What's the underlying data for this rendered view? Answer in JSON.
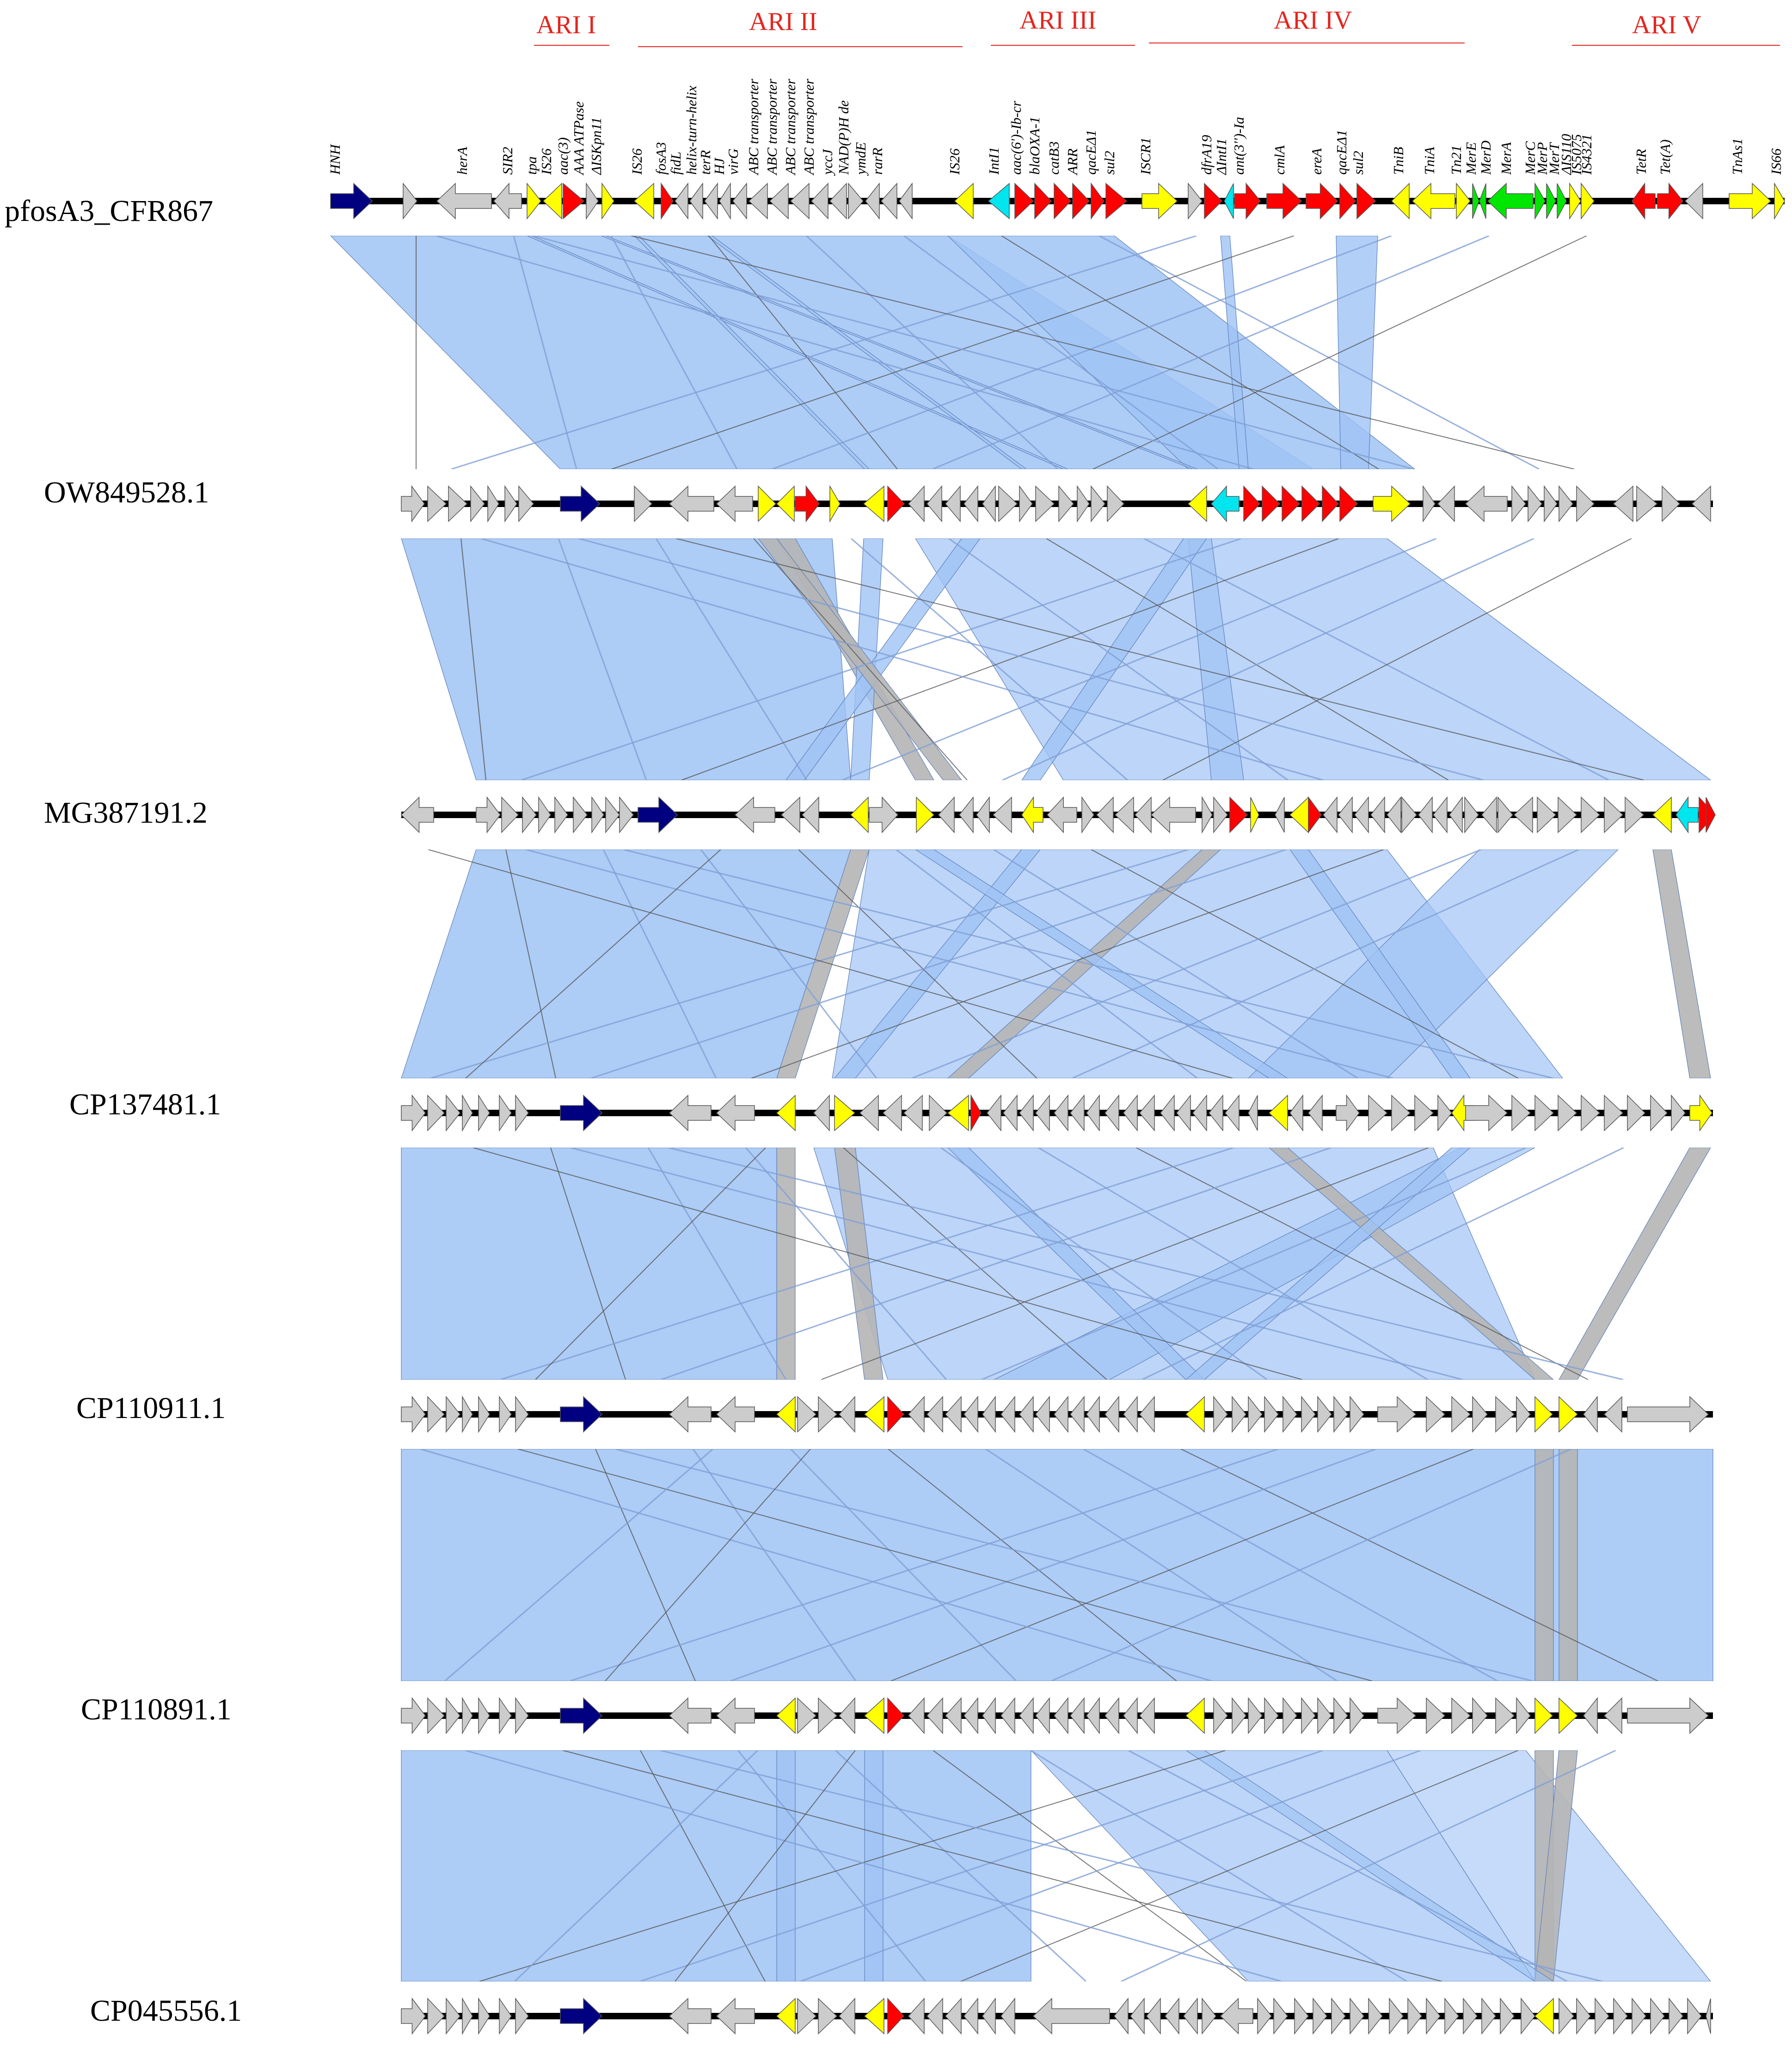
{
  "figure": {
    "regions": [
      {
        "label": "ARI I"
      },
      {
        "label": "ARI II"
      },
      {
        "label": "ARI III"
      },
      {
        "label": "ARI IV"
      },
      {
        "label": "ARI V"
      }
    ],
    "gene_labels": [
      "HNH",
      "herA",
      "SIR2",
      "tpa",
      "IS26",
      "aac(3)",
      "AAA ATPase",
      "ΔISKpn11",
      "IS26",
      "fosA3",
      "fidL",
      "helix-turn-helix",
      "terR",
      "HJ",
      "virG",
      "ABC transporter",
      "ABC transporter",
      "ABC transporter",
      "ABC transporter",
      "yccJ",
      "NAD(P)H de",
      "ymdE",
      "rarR",
      "IS26",
      "IntI1",
      "aac(6')-Ib-cr",
      "blaOXA-1",
      "catB3",
      "ARR",
      "qacEΔ1",
      "sul2",
      "ISCR1",
      "dfrA19",
      "ΔIntI1",
      "ant(3'')-Ia",
      "cmlA",
      "ereA",
      "qacEΔ1",
      "sul2",
      "TniB",
      "TniA",
      "Tn21",
      "MerE",
      "MerD",
      "MerA",
      "MerC",
      "MerP",
      "MerT",
      "ΔIS110",
      "IS5075",
      "IS4321",
      "TetR",
      "Tet(A)",
      "TnAs1",
      "IS66"
    ],
    "tracks": [
      {
        "name": "pfosA3_CFR867"
      },
      {
        "name": "OW849528.1"
      },
      {
        "name": "MG387191.2"
      },
      {
        "name": "CP137481.1"
      },
      {
        "name": "CP110911.1"
      },
      {
        "name": "CP110891.1"
      },
      {
        "name": "CP045556.1"
      }
    ],
    "colors": {
      "region": "#e2261f",
      "homology": "#9fc3f5",
      "inversion": "#b5b5b5",
      "integrase": "#00e5ee",
      "resistance": "#ff0000",
      "mobile_element": "#ffff00",
      "mercury": "#00e600",
      "hnh": "#000080",
      "other": "#cccccc"
    },
    "legend_note": "yellow: insertion sequence/transposase, red: resistance gene, cyan: integrase, green: mercury resistance, navy: HNH, grey: other"
  }
}
